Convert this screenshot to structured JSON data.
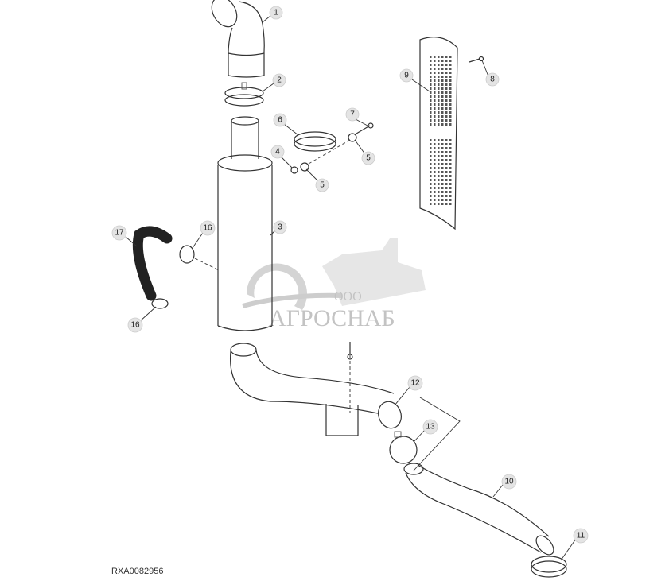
{
  "diagram": {
    "reference_code": "RXA0082956",
    "watermark": {
      "prefix": "ООО",
      "name": "АГРОСНАБ"
    },
    "callouts": [
      {
        "label": "1",
        "part": "exhaust-elbow"
      },
      {
        "label": "2",
        "part": "band-clamp"
      },
      {
        "label": "3",
        "part": "muffler"
      },
      {
        "label": "4",
        "part": "nut"
      },
      {
        "label": "5",
        "part": "washer"
      },
      {
        "label": "5",
        "part": "washer"
      },
      {
        "label": "6",
        "part": "strap-clamp"
      },
      {
        "label": "7",
        "part": "bolt"
      },
      {
        "label": "8",
        "part": "screw"
      },
      {
        "label": "9",
        "part": "perforated-heat-shield"
      },
      {
        "label": "10",
        "part": "exhaust-pipe"
      },
      {
        "label": "11",
        "part": "clamp"
      },
      {
        "label": "12",
        "part": "exhaust-pipe-with-bracket"
      },
      {
        "label": "13",
        "part": "clamp"
      },
      {
        "label": "16",
        "part": "hose-clamp"
      },
      {
        "label": "16",
        "part": "hose-clamp"
      },
      {
        "label": "17",
        "part": "hose"
      }
    ]
  }
}
